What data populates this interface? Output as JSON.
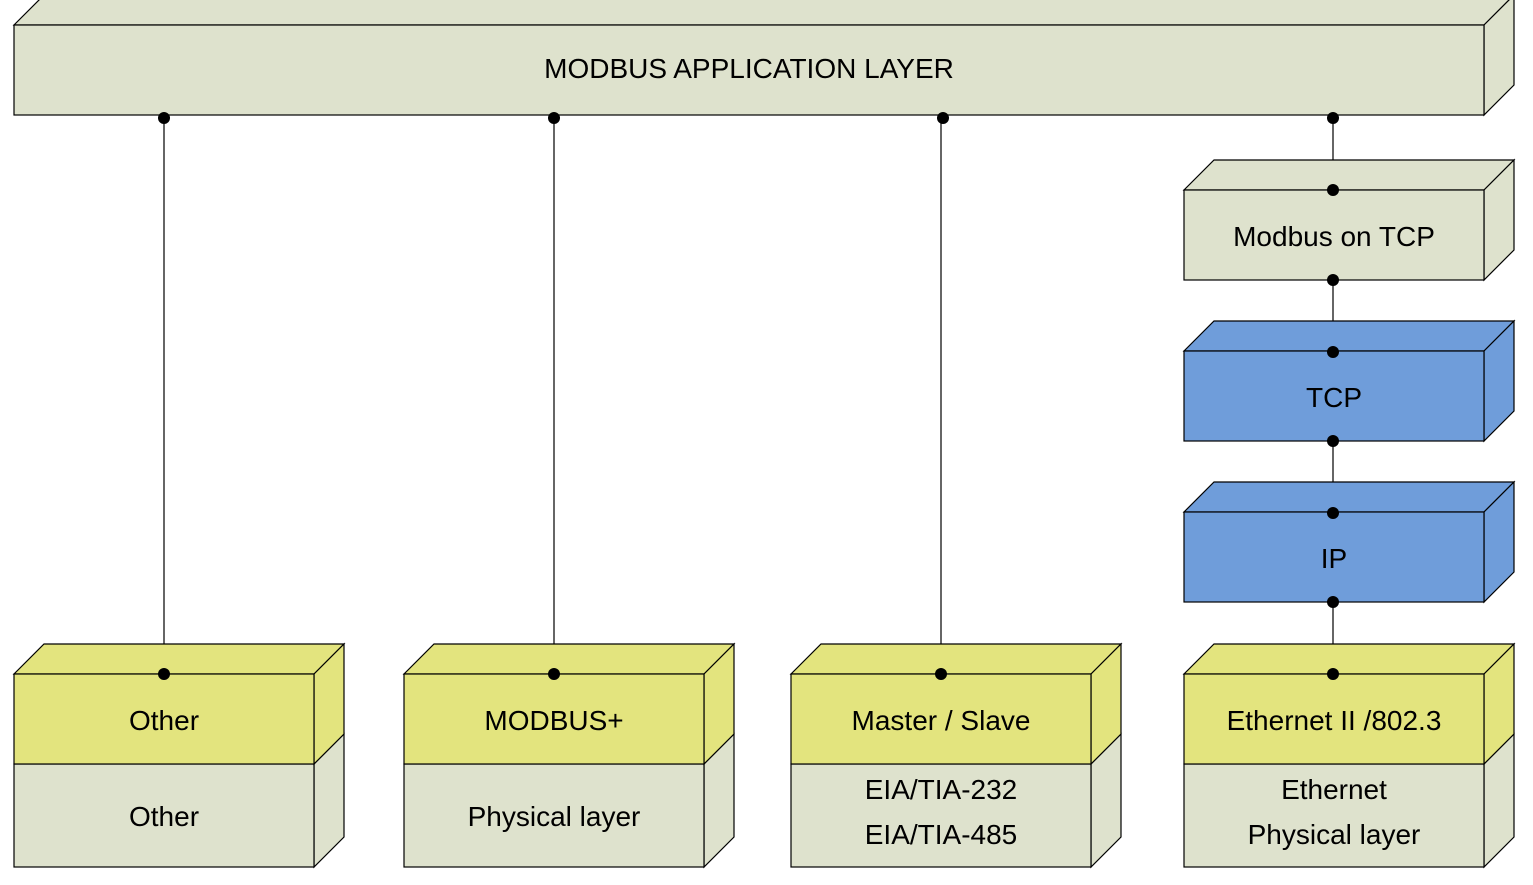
{
  "colors": {
    "grey_box": "#dee2cd",
    "yellow_box": "#e3e47e",
    "blue_box": "#6f9dda",
    "line": "#000000"
  },
  "app_layer": {
    "label": "MODBUS APPLICATION LAYER"
  },
  "stacks": [
    {
      "top": "Other",
      "bottom": [
        "Other"
      ]
    },
    {
      "top": "MODBUS+",
      "bottom": [
        "Physical layer"
      ]
    },
    {
      "top": "Master / Slave",
      "bottom": [
        "EIA/TIA-232",
        "EIA/TIA-485"
      ]
    },
    {
      "top": "Ethernet II /802.3",
      "bottom": [
        "Ethernet",
        "Physical layer"
      ]
    }
  ],
  "tcp_ip_stack": [
    {
      "label": "Modbus on TCP",
      "color": "grey"
    },
    {
      "label": "TCP",
      "color": "blue"
    },
    {
      "label": "IP",
      "color": "blue"
    }
  ]
}
